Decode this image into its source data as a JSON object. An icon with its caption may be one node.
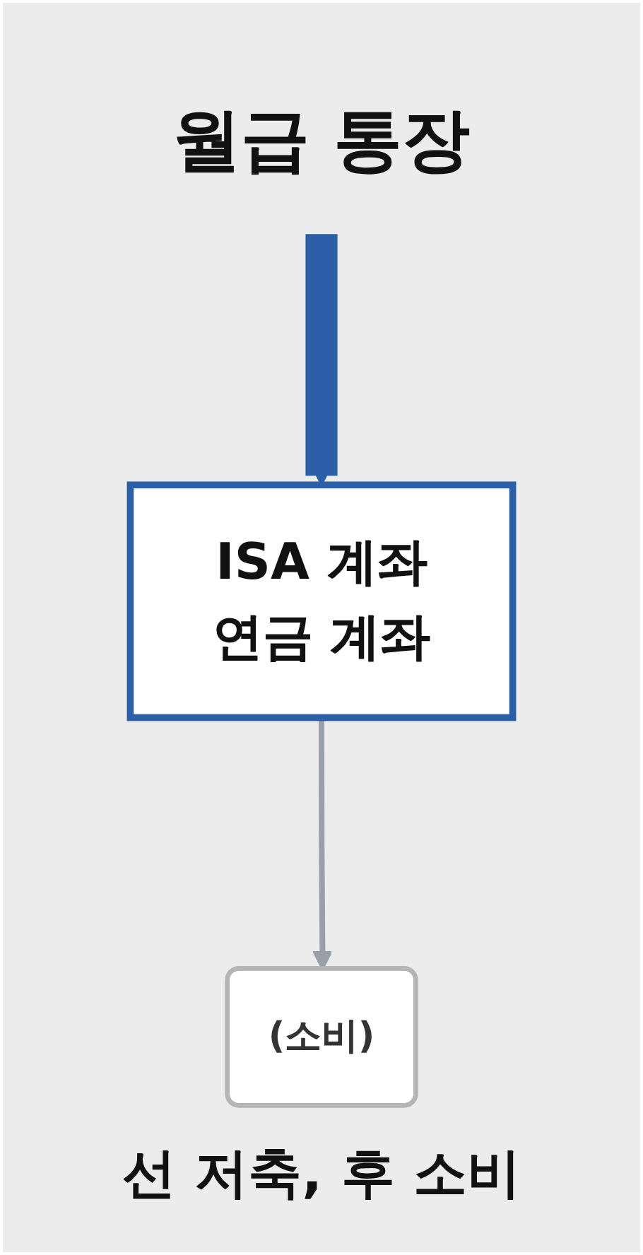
{
  "diagram": {
    "caption": "선 저축, 후 소비",
    "nodes": [
      {
        "text": [
          "월급 통장"
        ]
      },
      {
        "text": [
          "ISA 계좌",
          "연금 계좌"
        ]
      },
      {
        "text": [
          "(소비)"
        ]
      }
    ],
    "edges": [
      {
        "from": 0,
        "to": 1,
        "arrow": "to",
        "style": "thick",
        "color": "#2b5fa8"
      },
      {
        "from": 1,
        "to": 2,
        "arrow": "to",
        "color": "#9aa0aa"
      }
    ]
  }
}
